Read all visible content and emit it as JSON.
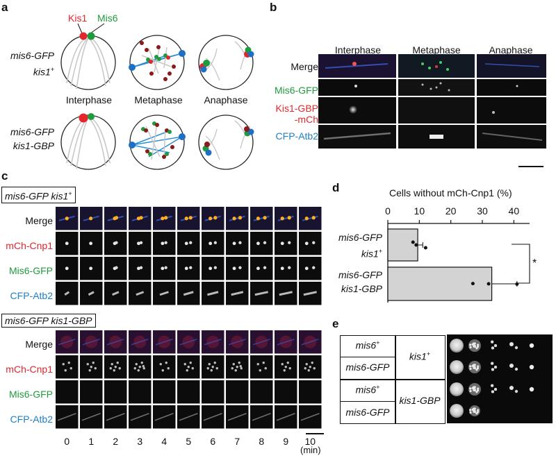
{
  "panel_a": {
    "label": "a",
    "kis1_label": "Kis1",
    "mis6_label": "Mis6",
    "row1": {
      "line1": "mis6-GFP",
      "line2": "kis1",
      "sup": "+"
    },
    "row2": {
      "line1": "mis6-GFP",
      "line2": "kis1-GBP"
    },
    "phases": [
      "Interphase",
      "Metaphase",
      "Anaphase"
    ],
    "colors": {
      "kis1": "#e3262c",
      "mis6": "#1f9b3f",
      "spb": "#1f6fc4",
      "spindle": "#2b8fd6",
      "mt": "#c8c8c8"
    }
  },
  "panel_b": {
    "label": "b",
    "columns": [
      "Interphase",
      "Metaphase",
      "Anaphase"
    ],
    "rows": [
      {
        "name": "merge",
        "label1": "Merge",
        "label2": "",
        "color": "#111111"
      },
      {
        "name": "mis6",
        "label1": "Mis6-GFP",
        "label2": "",
        "color": "#1f9b3f"
      },
      {
        "name": "kis1",
        "label1": "Kis1-GBP",
        "label2": "-mCh",
        "color": "#e3262c"
      },
      {
        "name": "atb2",
        "label1": "CFP-Atb2",
        "label2": "",
        "color": "#1f7fc4"
      }
    ]
  },
  "panel_c": {
    "label": "c",
    "block1_title": "mis6-GFP kis1",
    "block1_sup": "+",
    "block2_title": "mis6-GFP kis1-GBP",
    "channels": [
      {
        "label": "Merge",
        "color": "#111111"
      },
      {
        "label": "mCh-Cnp1",
        "color": "#e3262c"
      },
      {
        "label": "Mis6-GFP",
        "color": "#1f9b3f"
      },
      {
        "label": "CFP-Atb2",
        "color": "#1f7fc4"
      }
    ],
    "timepoints": [
      "0",
      "1",
      "2",
      "3",
      "4",
      "5",
      "6",
      "7",
      "8",
      "9",
      "10"
    ],
    "time_unit": "(min)"
  },
  "panel_d": {
    "label": "d",
    "chart_data": {
      "type": "bar",
      "title": "Cells without mCh-Cnp1 (%)",
      "orientation": "horizontal",
      "categories": [
        {
          "line1": "mis6-GFP",
          "line2": "kis1",
          "sup": "+"
        },
        {
          "line1": "mis6-GFP",
          "line2": "kis1-GBP",
          "sup": ""
        }
      ],
      "values": [
        9.5,
        33
      ],
      "errors": [
        1.6,
        8
      ],
      "points": [
        [
          8,
          9,
          12
        ],
        [
          27,
          32,
          41
        ]
      ],
      "xlim": [
        0,
        45
      ],
      "xticks": [
        "0",
        "10",
        "20",
        "30",
        "40"
      ],
      "tick_values": [
        0,
        10,
        20,
        30,
        40
      ],
      "significance": "*",
      "bar_color": "#d3d3d3"
    }
  },
  "panel_e": {
    "label": "e",
    "rows": [
      {
        "mis6": "mis6",
        "mis6_sup": "+"
      },
      {
        "mis6": "mis6-GFP",
        "mis6_sup": ""
      },
      {
        "mis6": "mis6",
        "mis6_sup": "+"
      },
      {
        "mis6": "mis6-GFP",
        "mis6_sup": ""
      }
    ],
    "kis1_top": {
      "text": "kis1",
      "sup": "+"
    },
    "kis1_bottom": {
      "text": "kis1-GBP"
    }
  }
}
